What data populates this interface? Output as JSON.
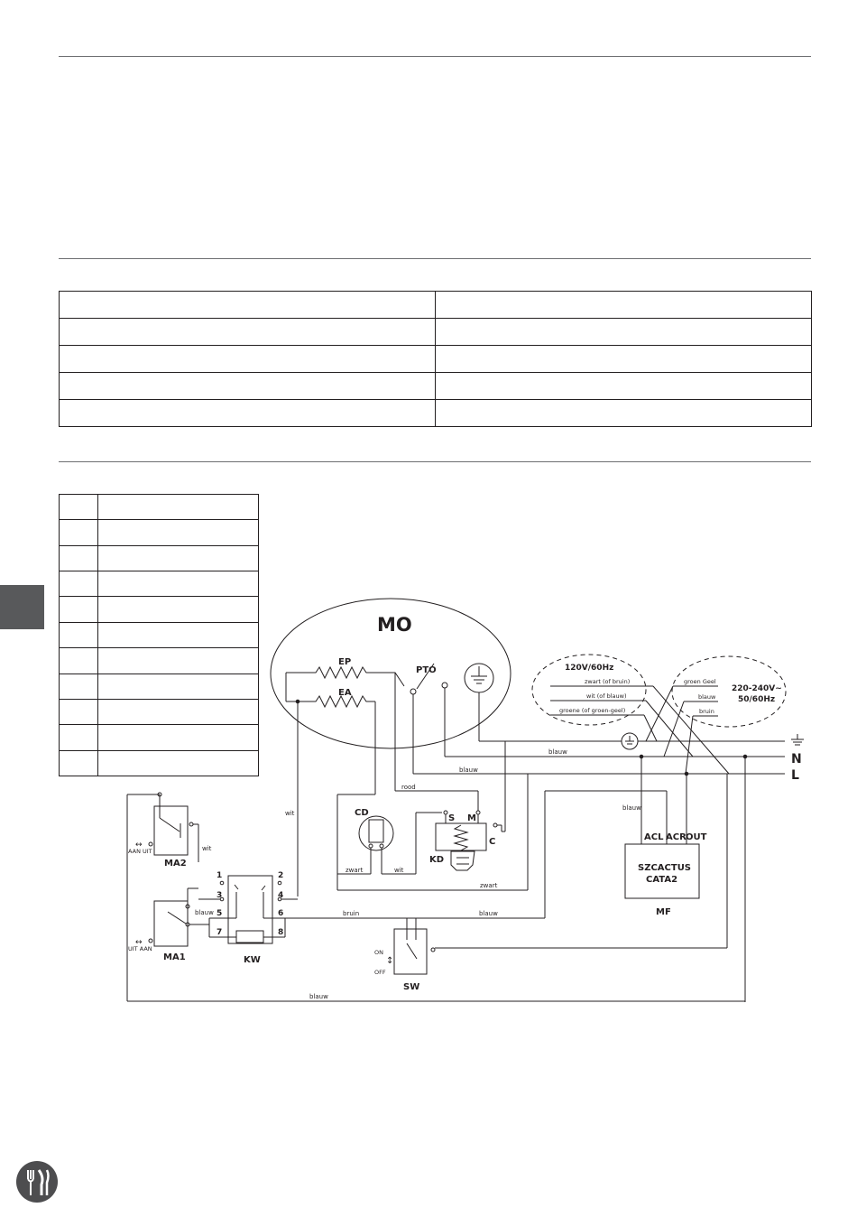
{
  "diagram": {
    "mo_label": "MO",
    "ep_label": "EP",
    "ea_label": "EA",
    "pto_label": "PTO",
    "voltage_left": "120V/60Hz",
    "wire_left_1": "zwart (of bruin)",
    "wire_left_2": "wit (of blauw)",
    "wire_left_3": "groene (of groen-geel)",
    "voltage_right_1": "220-240V~",
    "voltage_right_2": "50/60Hz",
    "wire_right_1": "groen Geel",
    "wire_right_2": "blauw",
    "wire_right_3": "bruin",
    "terminal_n": "N",
    "terminal_l": "L",
    "cd_label": "CD",
    "kd_label": "KD",
    "kd_s": "S",
    "kd_m": "M",
    "kd_c": "C",
    "ma2_label": "MA2",
    "ma1_label": "MA1",
    "ma2_switch": "AAN UIT",
    "ma1_switch": "UIT AAN",
    "kw_label": "KW",
    "kw_1": "1",
    "kw_2": "2",
    "kw_3": "3",
    "kw_4": "4",
    "kw_5": "5",
    "kw_6": "6",
    "kw_7": "7",
    "kw_8": "8",
    "sw_label": "SW",
    "sw_on": "ON",
    "sw_off": "OFF",
    "mf_label": "MF",
    "mf_box_1": "SZCACTUS",
    "mf_box_2": "CATA2",
    "mf_acl": "ACL",
    "mf_acr": "ACR",
    "mf_out": "OUT",
    "w_blauw_top": "blauw",
    "w_blauw_2": "blauw",
    "w_blauw_mf": "blauw",
    "w_blauw_ma1": "blauw",
    "w_blauw_mid": "blauw",
    "w_blauw_bottom": "blauw",
    "w_rood": "rood",
    "w_wit_1": "wit",
    "w_wit_2": "wit",
    "w_wit_cd": "wit",
    "w_zwart_cd": "zwart",
    "w_zwart_long": "zwart",
    "w_bruin": "bruin"
  }
}
